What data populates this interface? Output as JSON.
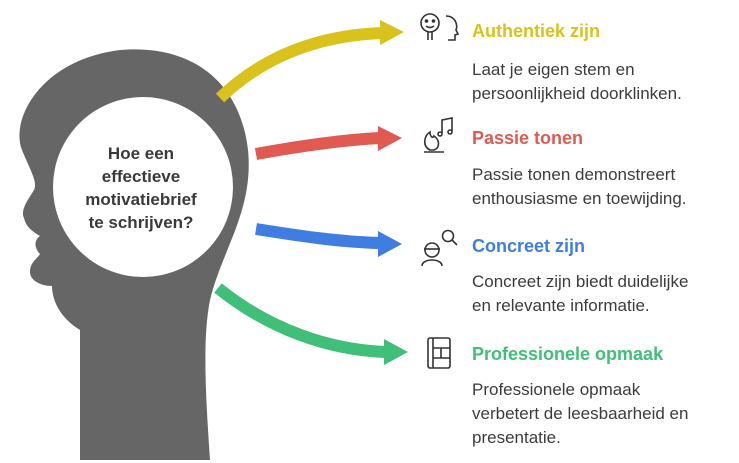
{
  "head": {
    "lines": [
      "Hoe een",
      "effectieve",
      "motivatiebrief",
      "te schrijven?"
    ],
    "color": "#666666"
  },
  "items": [
    {
      "title": "Authentiek zijn",
      "desc": [
        "Laat je eigen stem en",
        "persoonlijkheid doorklinken."
      ],
      "color": "#d9c21c",
      "icon": "smiley-head-icon"
    },
    {
      "title": "Passie tonen",
      "desc": [
        "Passie tonen demonstreert",
        "enthousiasme en toewijding."
      ],
      "color": "#e05a52",
      "icon": "fire-music-note-icon"
    },
    {
      "title": "Concreet zijn",
      "desc": [
        "Concreet zijn biedt duidelijke",
        "en relevante informatie."
      ],
      "color": "#3f7ee0",
      "icon": "person-magnifier-icon"
    },
    {
      "title": "Professionele opmaak",
      "desc": [
        "Professionele opmaak",
        "verbetert de leesbaarheid en",
        "presentatie."
      ],
      "color": "#3fbf77",
      "icon": "document-layout-icon"
    }
  ]
}
